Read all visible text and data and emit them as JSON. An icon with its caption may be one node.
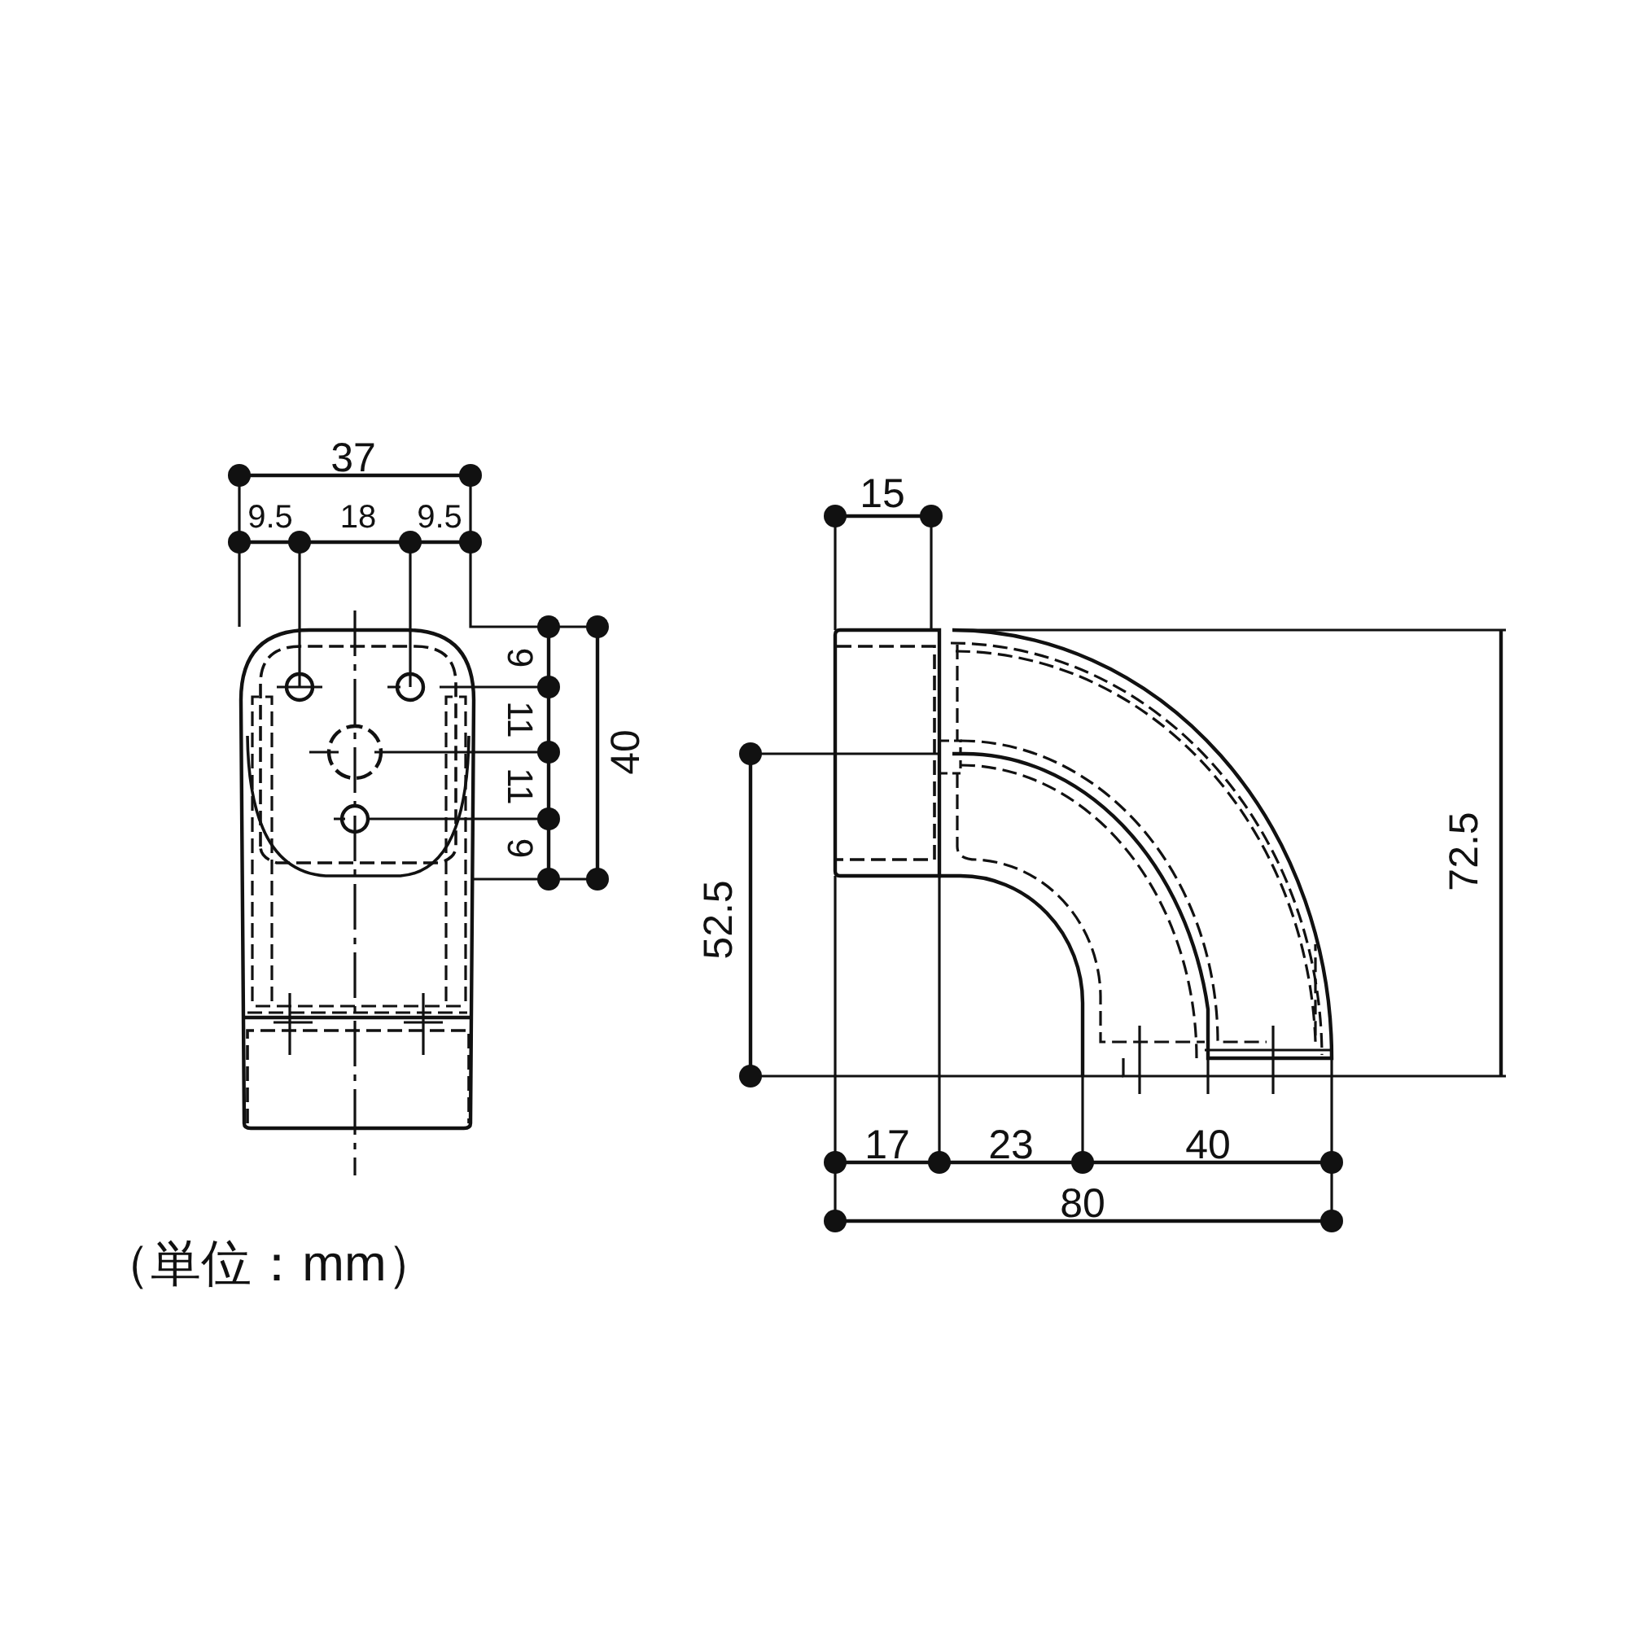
{
  "diagram": {
    "labels": [
      "37",
      "9.5",
      "18",
      "9.5",
      "9",
      "11",
      "11",
      "9",
      "40",
      "15",
      "52.5",
      "72.5",
      "17",
      "23",
      "40",
      "80",
      "（単位：mm）"
    ]
  }
}
